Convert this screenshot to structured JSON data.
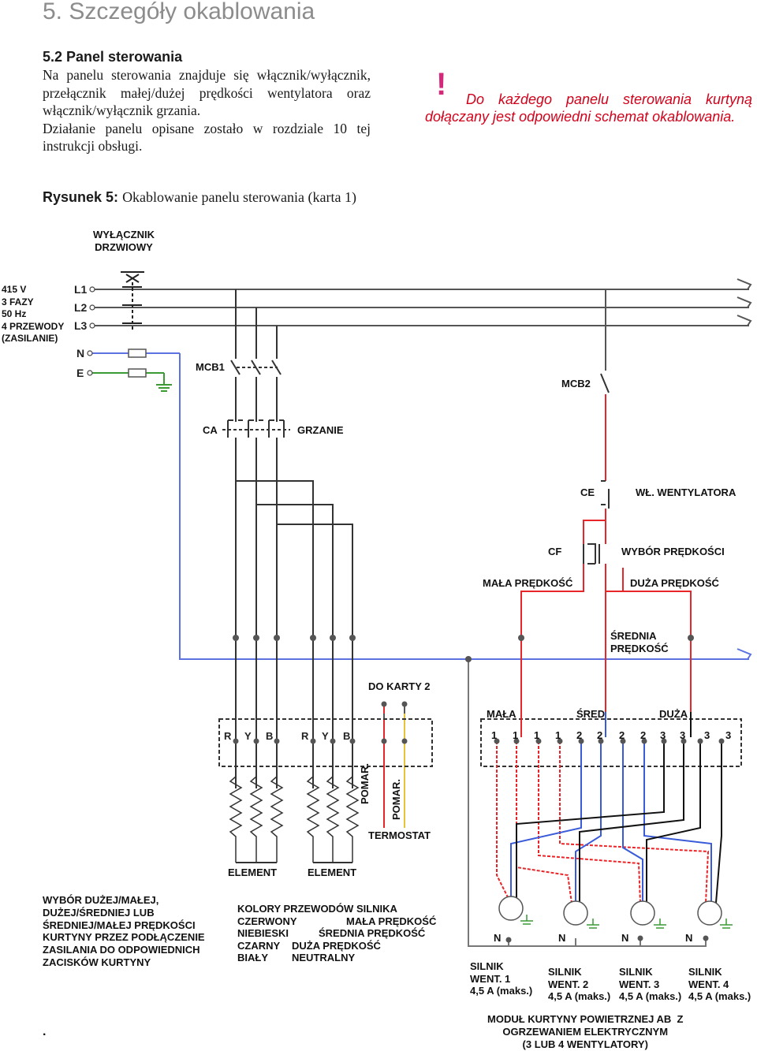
{
  "header": {
    "title": "5. Szczegóły okablowania",
    "subtitle": "5.2 Panel sterowania"
  },
  "intro": {
    "p1": "Na panelu sterowania znajduje się włącznik/wyłącznik, przełącznik małej/dużej prędkości wentylatora oraz włącznik/wyłącznik grzania.",
    "p2": "Działanie panelu opisane zostało w rozdziale 10 tej instrukcji obsługi."
  },
  "note": {
    "icon": "exclamation-icon",
    "text": "Do każdego panelu sterowania kurtyną dołączany jest odpowiedni schemat okablowania."
  },
  "figure": {
    "label": "Rysunek 5:",
    "caption": "Okablowanie panelu sterowania (karta 1)"
  },
  "diagram": {
    "door_switch": "WYŁĄCZNIK\nDRZWIOWY",
    "supply": "415 V\n3 FAZY\n50 Hz\n4 PRZEWODY\n(ZASILANIE)",
    "l1": "L1",
    "l2": "L2",
    "l3": "L3",
    "n": "N",
    "e": "E",
    "mcb1": "MCB1",
    "mcb2": "MCB2",
    "ca": "CA",
    "heating": "GRZANIE",
    "ce": "CE",
    "fan_switch": "WŁ. WENTYLATORA",
    "cf": "CF",
    "speed_select": "WYBÓR PRĘDKOŚCI",
    "low_speed": "MAŁA PRĘDKOŚĆ",
    "high_speed": "DUŻA PRĘDKOŚĆ",
    "medium_speed": "ŚREDNIA\nPRĘDKOŚĆ",
    "to_card2": "DO KARTY 2",
    "term_mala": "MAŁA",
    "term_sred": "ŚRED",
    "term_duza": "DUŻA",
    "terminals_left": [
      "R",
      "Y",
      "B",
      "R",
      "Y",
      "B"
    ],
    "terminals_right": [
      "1",
      "1",
      "1",
      "1",
      "2",
      "2",
      "2",
      "2",
      "3",
      "3",
      "3",
      "3"
    ],
    "pomar": "POMAR.",
    "thermostat": "TERMOSTAT",
    "element": "ELEMENT",
    "speed_note": "WYBÓR DUŻEJ/MAŁEJ,\nDUŻEJ/ŚREDNIEJ LUB\nŚREDNIEJ/MAŁEJ PRĘDKOŚCI\nKURTYNY PRZEZ PODŁĄCZENIE\nZASILANIA DO ODPOWIEDNICH\nZACISKÓW KURTYNY",
    "colors_title": "KOLORY PRZEWODÓW SILNIKA",
    "colors": [
      {
        "name": "CZERWONY",
        "meaning": "MAŁA PRĘDKOŚĆ"
      },
      {
        "name": "NIEBIESKI",
        "meaning": "ŚREDNIA PRĘDKOŚĆ"
      },
      {
        "name": "CZARNY",
        "meaning": "DUŻA PRĘDKOŚĆ"
      },
      {
        "name": "BIAŁY",
        "meaning": "NEUTRALNY"
      }
    ],
    "motors": [
      {
        "name": "SILNIK\nWENT. 1\n4,5 A (maks.)"
      },
      {
        "name": "SILNIK\nWENT. 2\n4,5 A (maks.)"
      },
      {
        "name": "SILNIK\nWENT. 3\n4,5 A (maks.)"
      },
      {
        "name": "SILNIK\nWENT. 4\n4,5 A (maks.)"
      }
    ],
    "motor_n": "N",
    "module": "MODUŁ KURTYNY POWIETRZNEJ AB  Z\nOGRZEWANIEM ELEKTRYCZNYM\n(3 LUB 4 WENTYLATORY)",
    "dot": "."
  },
  "colors": {
    "red": "#e8262a",
    "blue": "#3a5bd9",
    "black": "#111111",
    "grey": "#6f6f6f",
    "supply_blue": "#5b72e0",
    "earth_green": "#3a9b35",
    "yellow": "#e8c23a",
    "warn_pink": "#d4287a"
  }
}
